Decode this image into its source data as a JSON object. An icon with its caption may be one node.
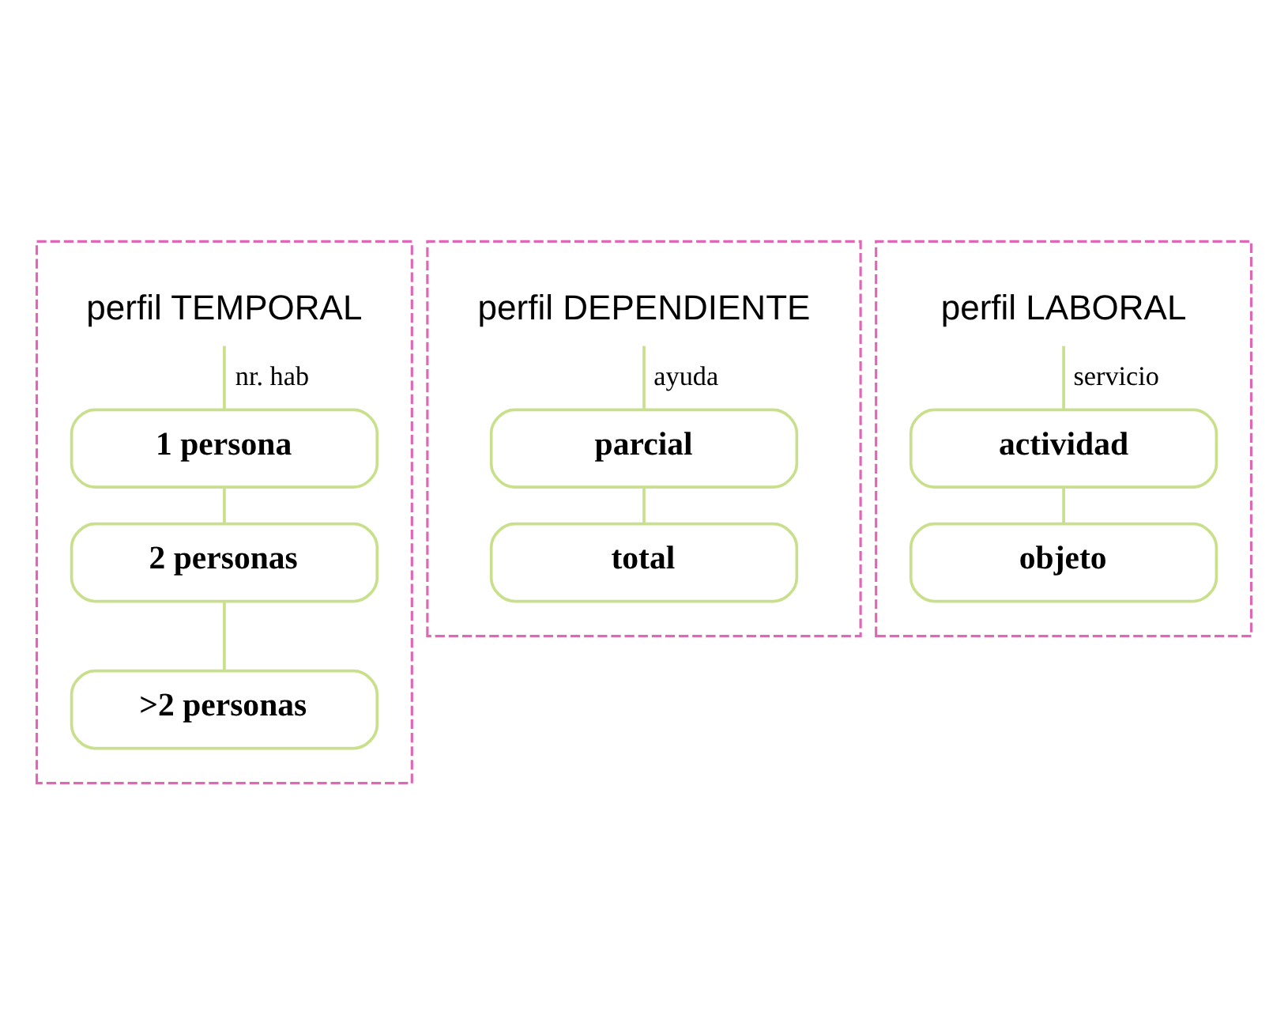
{
  "diagram": {
    "nodes": [
      {
        "text": [],
        "shape": "box"
      },
      {
        "text": [
          "perfil TEMPORAL"
        ],
        "in": 0
      },
      {
        "text": [
          "1 persona"
        ],
        "in": 0
      },
      {
        "text": [
          "2 personas"
        ],
        "in": 0
      },
      {
        "text": [
          ">2 personas"
        ],
        "in": 0
      },
      {
        "text": [],
        "shape": "box"
      },
      {
        "text": [
          "perfil DEPENDIENTE"
        ],
        "in": 5
      },
      {
        "text": [
          "parcial"
        ],
        "in": 5
      },
      {
        "text": [
          "total"
        ],
        "in": 5
      },
      {
        "text": [],
        "shape": "box"
      },
      {
        "text": [
          "perfil LABORAL"
        ],
        "in": 9
      },
      {
        "text": [
          "actividad"
        ],
        "in": 9
      },
      {
        "text": [
          "objeto"
        ],
        "in": 9
      }
    ],
    "edges": [
      {
        "from": 1,
        "to": 2,
        "arrow": "none",
        "label": "nr. hab"
      },
      {
        "from": 2,
        "to": 3,
        "arrow": "none"
      },
      {
        "from": 3,
        "to": 4,
        "arrow": "none"
      },
      {
        "from": 6,
        "to": 7,
        "arrow": "none",
        "label": "ayuda"
      },
      {
        "from": 7,
        "to": 8,
        "arrow": "none"
      },
      {
        "from": 10,
        "to": 11,
        "arrow": "none",
        "label": "servicio"
      },
      {
        "from": 11,
        "to": 12,
        "arrow": "none"
      }
    ]
  }
}
